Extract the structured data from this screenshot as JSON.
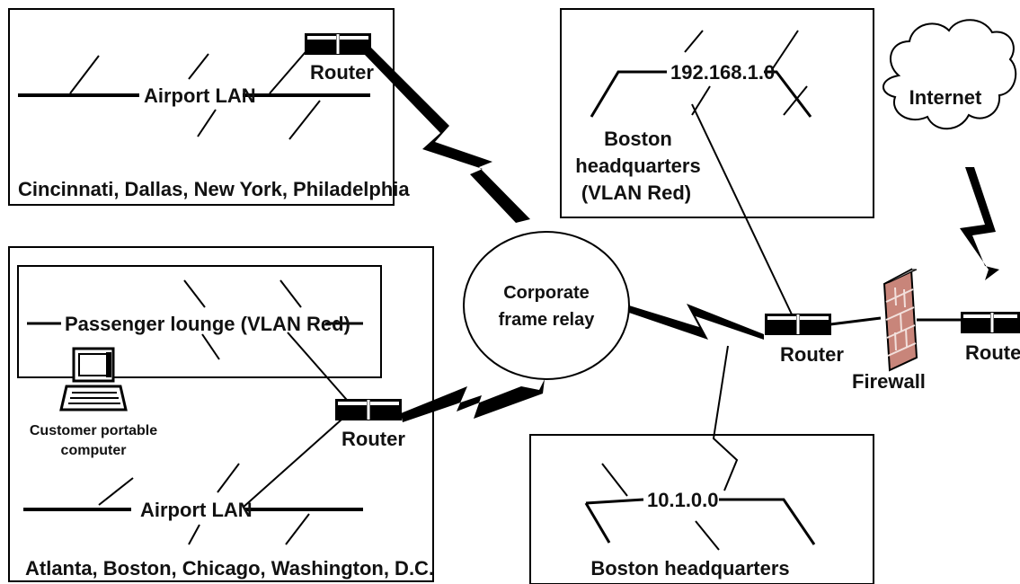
{
  "sites": {
    "airport_top": {
      "lan_label": "Airport LAN",
      "router_label": "Router",
      "cities": "Cincinnati, Dallas, New York, Philadelphia"
    },
    "airport_bottom": {
      "lounge_label": "Passenger lounge (VLAN Red)",
      "computer_label_line1": "Customer portable",
      "computer_label_line2": "computer",
      "router_label": "Router",
      "lan_label": "Airport LAN",
      "cities": "Atlanta, Boston, Chicago, Washington, D.C."
    },
    "boston_red": {
      "network": "192.168.1.0",
      "label_line1": "Boston",
      "label_line2": "headquarters",
      "label_line3": "(VLAN Red)"
    },
    "boston_hq": {
      "network": "10.1.0.0",
      "label": "Boston headquarters"
    }
  },
  "core": {
    "frame_relay_line1": "Corporate",
    "frame_relay_line2": "frame relay",
    "central_router_label": "Router",
    "firewall_label": "Firewall",
    "edge_router_label": "Router",
    "internet_label": "Internet"
  },
  "colors": {
    "line": "#000000",
    "firewall_brick": "#c8857a",
    "background": "#ffffff"
  }
}
